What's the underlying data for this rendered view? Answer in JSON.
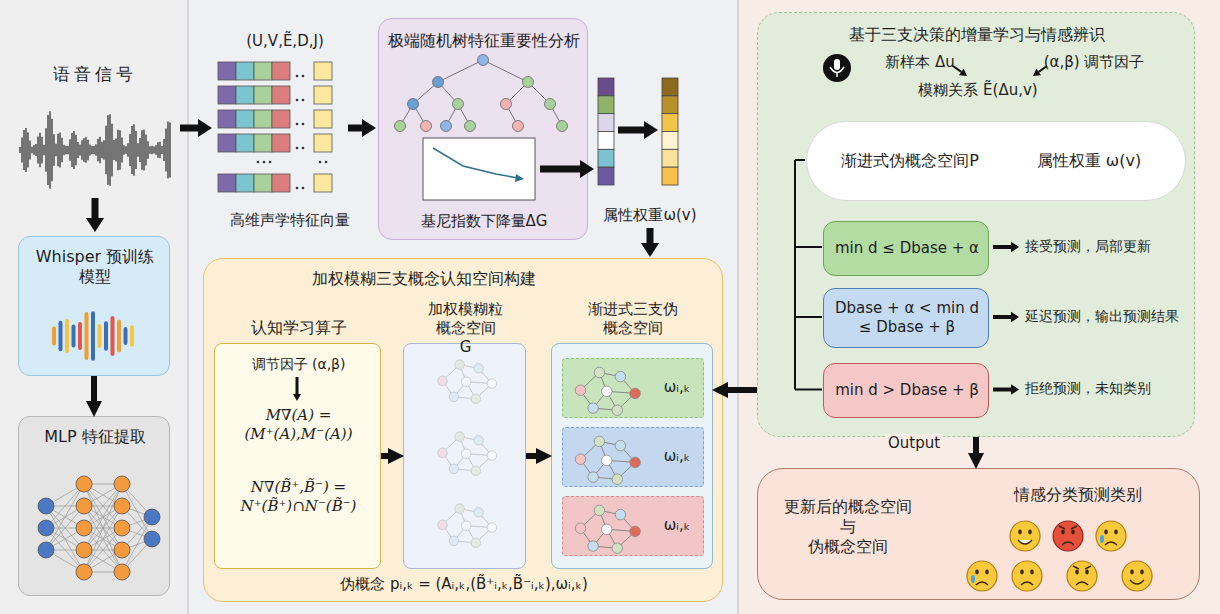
{
  "diagram": {
    "nodes": [
      {
        "text": [
          "Whisper 预训练 模型"
        ]
      },
      {
        "text": [
          "MLP 特征提取"
        ]
      },
      {
        "text": [
          "极端随机树特征重要性分析",
          "基尼指数下降量ΔG"
        ]
      },
      {
        "text": [
          "加权模糊三支概念认知空间构建",
          "伪概念 pᵢ,ₖ = (Aᵢ,ₖ,(B̃⁺ᵢ,ₖ,B̃⁻ᵢ,ₖ),ωᵢ,ₖ)"
        ]
      },
      {
        "text": [
          "认知学习算子",
          "调节因子 (α,β)",
          "M∇(A) = (M⁺(A),M⁻(A))",
          "N∇(B̃⁺,B̃⁻) = N⁺(B̃⁺)∩N⁻(B̃⁻)"
        ],
        "in": 3
      },
      {
        "text": [
          "加权模糊粒 概念空间 G"
        ],
        "in": 3
      },
      {
        "text": [
          "渐进式三支伪 概念空间"
        ],
        "in": 3
      },
      {
        "text": [
          "ωᵢ,ₖ"
        ],
        "in": 6
      },
      {
        "text": [
          "ωᵢ,ₖ"
        ],
        "in": 6
      },
      {
        "text": [
          "ωᵢ,ₖ"
        ],
        "in": 6
      },
      {
        "text": [
          "基于三支决策的增量学习与情感辨识",
          "新样本 Δu",
          "(α,β) 调节因子",
          "模糊关系 Ẽ(Δu,v)"
        ]
      },
      {
        "text": [
          "渐进式伪概念空间P",
          "属性权重 ω(v)"
        ],
        "in": 10
      },
      {
        "text": [
          "min d ≤ Dbase + α"
        ],
        "in": 10
      },
      {
        "text": [
          "Dbase + α < min d ≤ Dbase + β"
        ],
        "in": 10
      },
      {
        "text": [
          "min d > Dbase + β"
        ],
        "in": 10
      },
      {
        "text": [
          "更新后的概念空间 与 伪概念空间",
          "情感分类预测类别"
        ]
      }
    ],
    "edges": [
      {
        "from": 0,
        "to": 1,
        "arrow": "to"
      },
      {
        "from": 4,
        "to": 5,
        "arrow": "to"
      },
      {
        "from": 5,
        "to": 6,
        "arrow": "to"
      },
      {
        "from": 10,
        "to": 6,
        "arrow": "to"
      },
      {
        "from": 10,
        "to": 15,
        "arrow": "to",
        "label": "Output"
      }
    ],
    "labels": [
      "语音信号",
      "(U,V,Ẽ,D,J)",
      "高维声学特征向量",
      "属性权重ω(v)",
      "接受预测，局部更新",
      "延迟预测，输出预测结果",
      "拒绝预测，未知类别"
    ]
  }
}
